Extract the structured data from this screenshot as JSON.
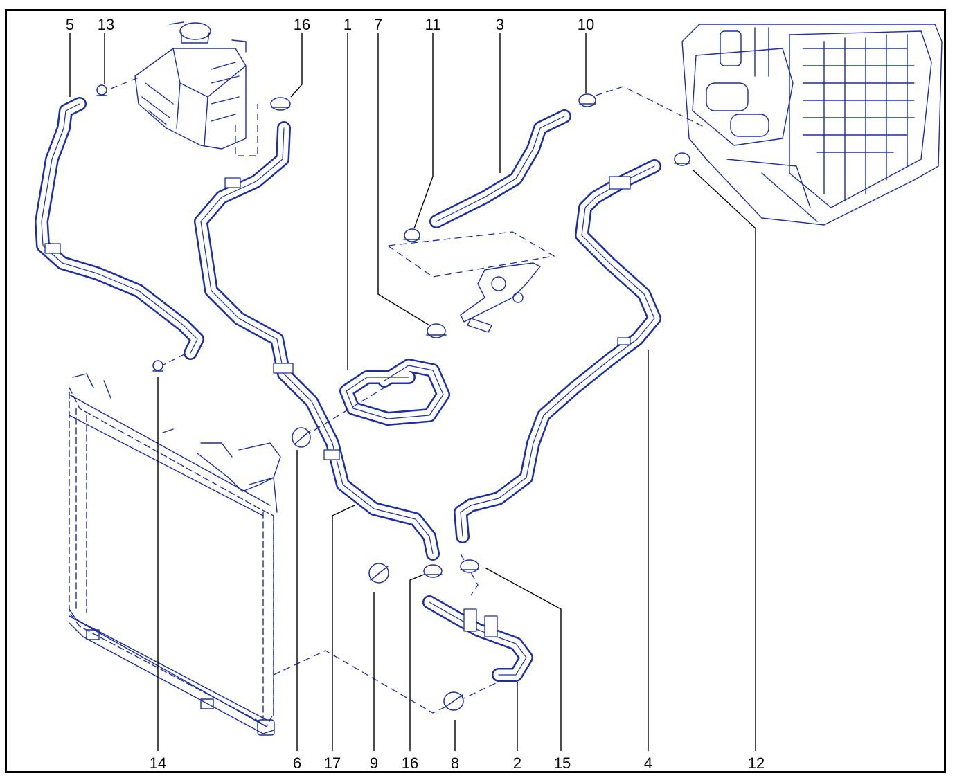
{
  "callouts": {
    "n5": "5",
    "n13": "13",
    "n16_top": "16",
    "n1": "1",
    "n7": "7",
    "n11": "11",
    "n3": "3",
    "n10": "10",
    "n12": "12",
    "n4": "4",
    "n15": "15",
    "n2": "2",
    "n8": "8",
    "n16_bottom": "16",
    "n9": "9",
    "n17": "17",
    "n6": "6",
    "n14": "14"
  },
  "colors": {
    "line_art": "#1a2fa8",
    "labels": "#000000",
    "frame": "#000000"
  }
}
